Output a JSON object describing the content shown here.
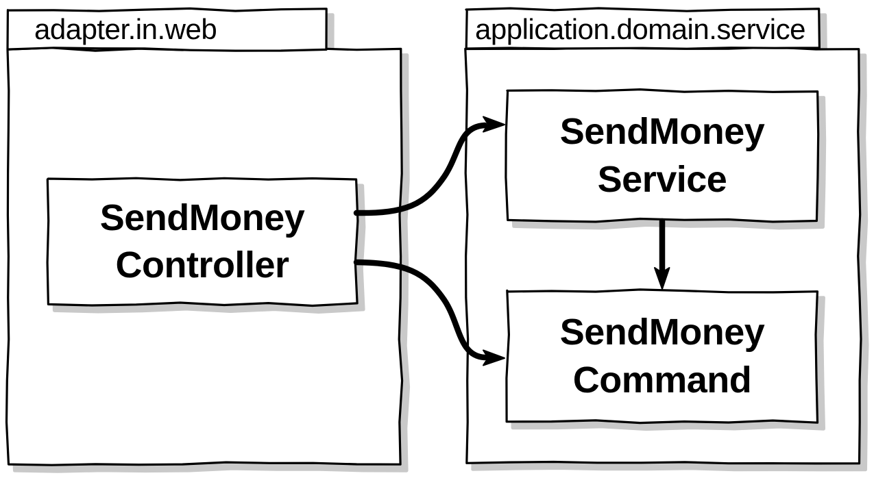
{
  "diagram": {
    "type": "package-component-diagram",
    "packages": [
      {
        "id": "adapter-in-web",
        "label": "adapter.in.web"
      },
      {
        "id": "application-domain-service",
        "label": "application.domain.service"
      }
    ],
    "nodes": [
      {
        "id": "send-money-controller",
        "label": "SendMoney\nController",
        "package": "adapter-in-web"
      },
      {
        "id": "send-money-service",
        "label": "SendMoney\nService",
        "package": "application-domain-service"
      },
      {
        "id": "send-money-command",
        "label": "SendMoney\nCommand",
        "package": "application-domain-service"
      }
    ],
    "edges": [
      {
        "from": "send-money-controller",
        "to": "send-money-service"
      },
      {
        "from": "send-money-controller",
        "to": "send-money-command"
      },
      {
        "from": "send-money-service",
        "to": "send-money-command"
      }
    ],
    "colors": {
      "line": "#000000",
      "node_fill": "#ffffff",
      "shadow": "#c9c9c9",
      "background": "#ffffff",
      "text": "#000000"
    }
  }
}
